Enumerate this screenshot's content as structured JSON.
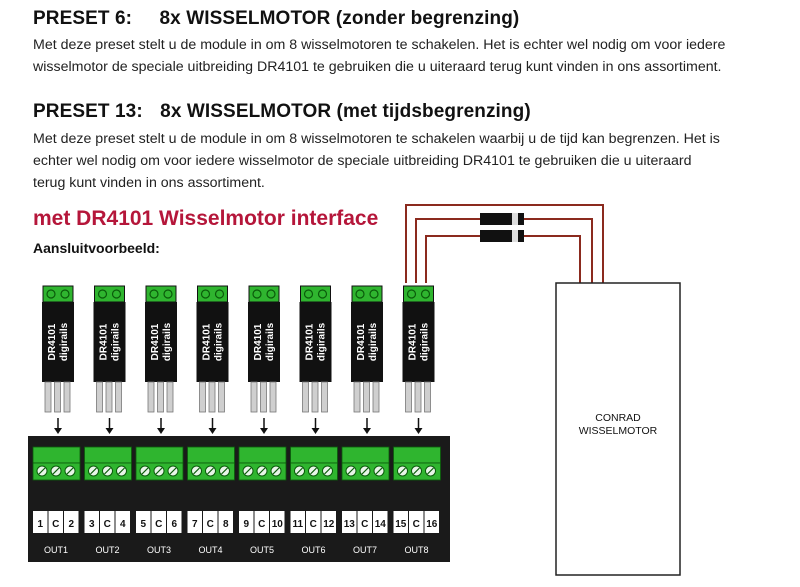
{
  "preset6": {
    "heading_num": "PRESET 6:",
    "heading_text": "8x WISSELMOTOR (zonder begrenzing)",
    "line1": "Met deze preset stelt u de module in om 8 wisselmotoren te schakelen. Het is echter wel nodig om voor iedere",
    "line2": "wisselmotor de speciale uitbreiding DR4101 te gebruiken die u uiteraard terug kunt vinden in ons assortiment."
  },
  "preset13": {
    "heading_num": "PRESET 13:",
    "heading_text": "8x WISSELMOTOR (met tijdsbegrenzing)",
    "line1": "Met deze preset stelt u de module in om 8 wisselmotoren te schakelen waarbij u de tijd kan begrenzen. Het is",
    "line2": "echter wel nodig om voor iedere wisselmotor de speciale uitbreiding DR4101 te gebruiken die u uiteraard",
    "line3": "terug kunt vinden in ons assortiment."
  },
  "diagram": {
    "title": "met DR4101 Wisselmotor interface",
    "subtitle": "Aansluitvoorbeeld:",
    "module_label_1": "DR4101",
    "module_label_2": "digirails",
    "motor_label_1": "CONRAD",
    "motor_label_2": "WISSELMOTOR",
    "terminals": [
      "1",
      "C",
      "2",
      "3",
      "C",
      "4",
      "5",
      "C",
      "6",
      "7",
      "C",
      "8",
      "9",
      "C",
      "10",
      "11",
      "C",
      "12",
      "13",
      "C",
      "14",
      "15",
      "C",
      "16"
    ],
    "outputs": [
      "OUT1",
      "OUT2",
      "OUT3",
      "OUT4",
      "OUT5",
      "OUT6",
      "OUT7",
      "OUT8"
    ],
    "colors": {
      "green": "#2fb52f",
      "board": "#1a1a1a",
      "wire": "#8b2a1e",
      "title": "#b5163a"
    }
  }
}
